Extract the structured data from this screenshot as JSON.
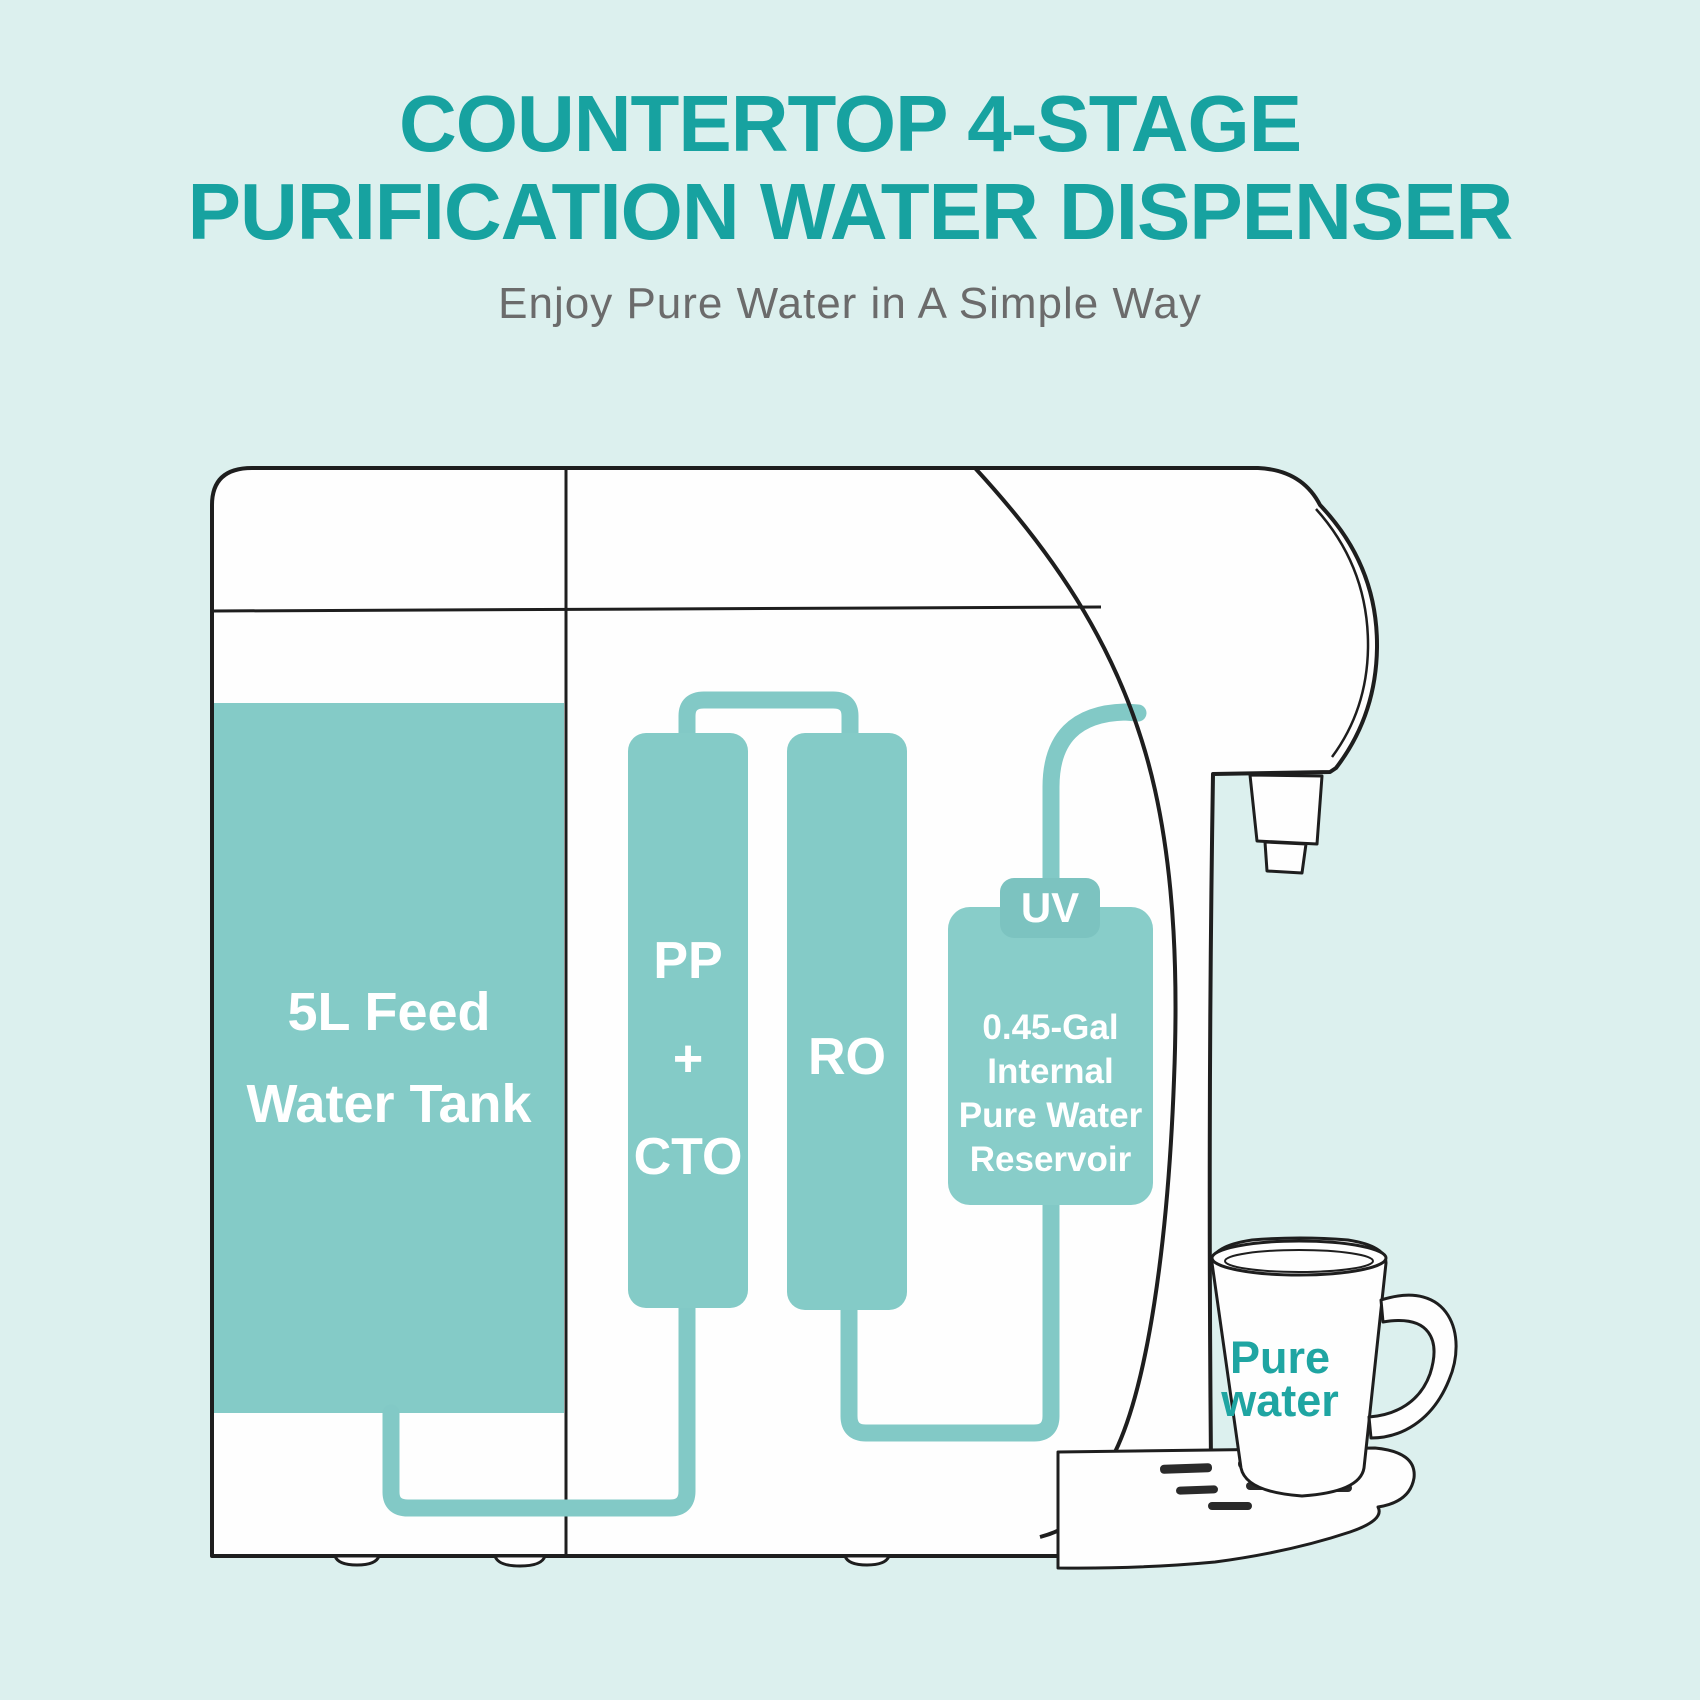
{
  "page": {
    "background_color": "#DCF0EE",
    "device_fill_color": "#FEFEFE",
    "outline_color": "#1E1E1E"
  },
  "title": {
    "line1": "COUNTERTOP 4-STAGE",
    "line2": "PURIFICATION WATER DISPENSER",
    "subtitle": "Enjoy Pure Water in A Simple Way",
    "title_color": "#17A2A0",
    "subtitle_color": "#6B6B6B"
  },
  "diagram": {
    "tank": {
      "line1": "5L Feed",
      "line2": "Water Tank"
    },
    "stage1": {
      "line1": "PP",
      "line2": "+",
      "line3": "CTO"
    },
    "stage2": {
      "label": "RO"
    },
    "uv": {
      "label": "UV"
    },
    "reservoir": {
      "lines": [
        "0.45-Gal",
        "Internal",
        "Pure Water",
        "Reservoir"
      ]
    },
    "cup": {
      "line1": "Pure",
      "line2": "water"
    },
    "colors": {
      "fill_teal": "#84CBC7",
      "tube_teal": "#82C9C6",
      "reservoir_teal": "#88CDC9",
      "uv_badge_teal": "#7CC3C0",
      "label_teal": "#1FA5A2"
    }
  }
}
